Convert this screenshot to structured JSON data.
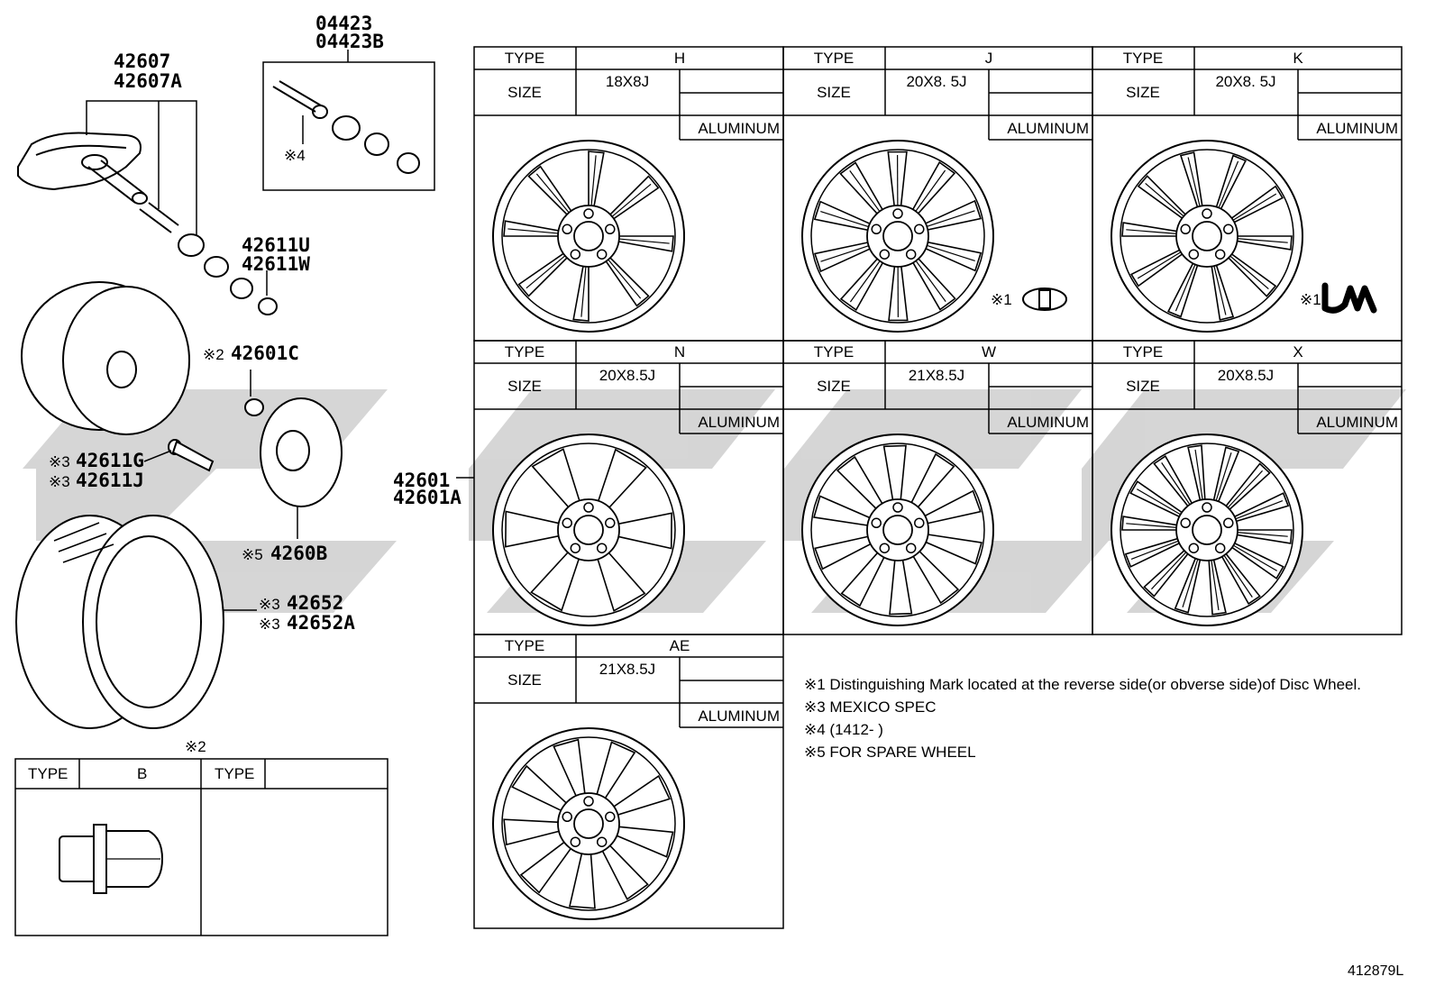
{
  "parts": {
    "sensor_a": "42607",
    "sensor_b": "42607A",
    "valve_a": "04423",
    "valve_b": "04423B",
    "valve_note": "※4",
    "nut_a": "42611U",
    "nut_b": "42611W",
    "hubnut_prefix": "※2",
    "hubnut": "42601C",
    "valvestem_prefix": "※3",
    "valvestem_a": "42611G",
    "valvestem_b": "42611J",
    "wheel_a": "42601",
    "wheel_b": "42601A",
    "spare_prefix": "※5",
    "spare": "4260B",
    "tire_prefix": "※3",
    "tire_a": "42652",
    "tire_b": "42652A"
  },
  "wheel_tables": [
    {
      "type_label": "TYPE",
      "type": "H",
      "size_label": "SIZE",
      "size": "18X8J",
      "material": "ALUMINUM",
      "mark_note": "",
      "mark": "none"
    },
    {
      "type_label": "TYPE",
      "type": "J",
      "size_label": "SIZE",
      "size": "20X8. 5J",
      "material": "ALUMINUM",
      "mark_note": "※1",
      "mark": "pill"
    },
    {
      "type_label": "TYPE",
      "type": "K",
      "size_label": "SIZE",
      "size": "20X8. 5J",
      "material": "ALUMINUM",
      "mark_note": "※1",
      "mark": "logo"
    },
    {
      "type_label": "TYPE",
      "type": "N",
      "size_label": "SIZE",
      "size": "20X8.5J",
      "material": "ALUMINUM",
      "mark_note": "",
      "mark": "none"
    },
    {
      "type_label": "TYPE",
      "type": "W",
      "size_label": "SIZE",
      "size": "21X8.5J",
      "material": "ALUMINUM",
      "mark_note": "",
      "mark": "none"
    },
    {
      "type_label": "TYPE",
      "type": "X",
      "size_label": "SIZE",
      "size": "20X8.5J",
      "material": "ALUMINUM",
      "mark_note": "",
      "mark": "none"
    },
    {
      "type_label": "TYPE",
      "type": "AE",
      "size_label": "SIZE",
      "size": "21X8.5J",
      "material": "ALUMINUM",
      "mark_note": "",
      "mark": "none"
    }
  ],
  "notes": [
    "※1 Distinguishing Mark located at the reverse side(or obverse side)of Disc Wheel.",
    "※3 MEXICO SPEC",
    "※4 (1412-      )",
    "※5 FOR SPARE WHEEL"
  ],
  "nut_table": {
    "caption": "※2",
    "type_label_1": "TYPE",
    "type_1": "B",
    "type_label_2": "TYPE",
    "type_2": ""
  },
  "figure_id": "412879L"
}
